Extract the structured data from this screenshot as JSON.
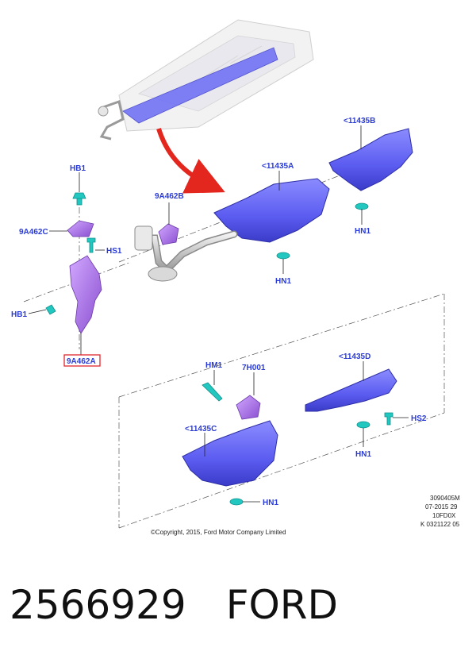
{
  "callouts": {
    "hb1_top": "HB1",
    "c9a462c": "9A462C",
    "hs1": "HS1",
    "hb1_left": "HB1",
    "c9a462a": "9A462A",
    "c9a462b": "9A462B",
    "c11435a": "<11435A",
    "hn1_mid": "HN1",
    "c11435b": "<11435B",
    "hn1_right": "HN1",
    "hm1": "HM1",
    "c7h001": "7H001",
    "c11435d": "<11435D",
    "hs2": "HS2",
    "hn1_lower": "HN1",
    "c11435c": "<11435C",
    "hn1_bottom": "HN1"
  },
  "meta_lines": [
    "3090405M",
    "07-2015 29",
    "10FD0X",
    "K 0321122 05"
  ],
  "copyright": "©Copyright, 2015, Ford Motor Company Limited",
  "part_number": "2566929",
  "brand": "FORD",
  "colors": {
    "shield": "#5b5cf0",
    "shield_dark": "#3a3bc8",
    "bracket": "#a26be0",
    "fastener": "#22c7c0",
    "callout": "#2a3bd6",
    "arrow": "#e3261e",
    "highlight_box": "#e0262e"
  }
}
